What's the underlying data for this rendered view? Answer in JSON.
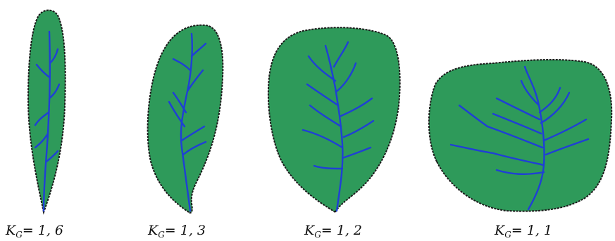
{
  "basins": [
    {
      "id": "basin-1",
      "coefficient_symbol": "K",
      "coefficient_subscript": "G",
      "coefficient_value": "= 1, 6"
    },
    {
      "id": "basin-2",
      "coefficient_symbol": "K",
      "coefficient_subscript": "G",
      "coefficient_value": "= 1, 3"
    },
    {
      "id": "basin-3",
      "coefficient_symbol": "K",
      "coefficient_subscript": "G",
      "coefficient_value": "= 1, 2"
    },
    {
      "id": "basin-4",
      "coefficient_symbol": "K",
      "coefficient_subscript": "G",
      "coefficient_value": "= 1, 1"
    }
  ],
  "colors": {
    "basin_fill": "#2e9a5a",
    "basin_outline": "#1a1a1a",
    "river": "#1f3fd6"
  }
}
